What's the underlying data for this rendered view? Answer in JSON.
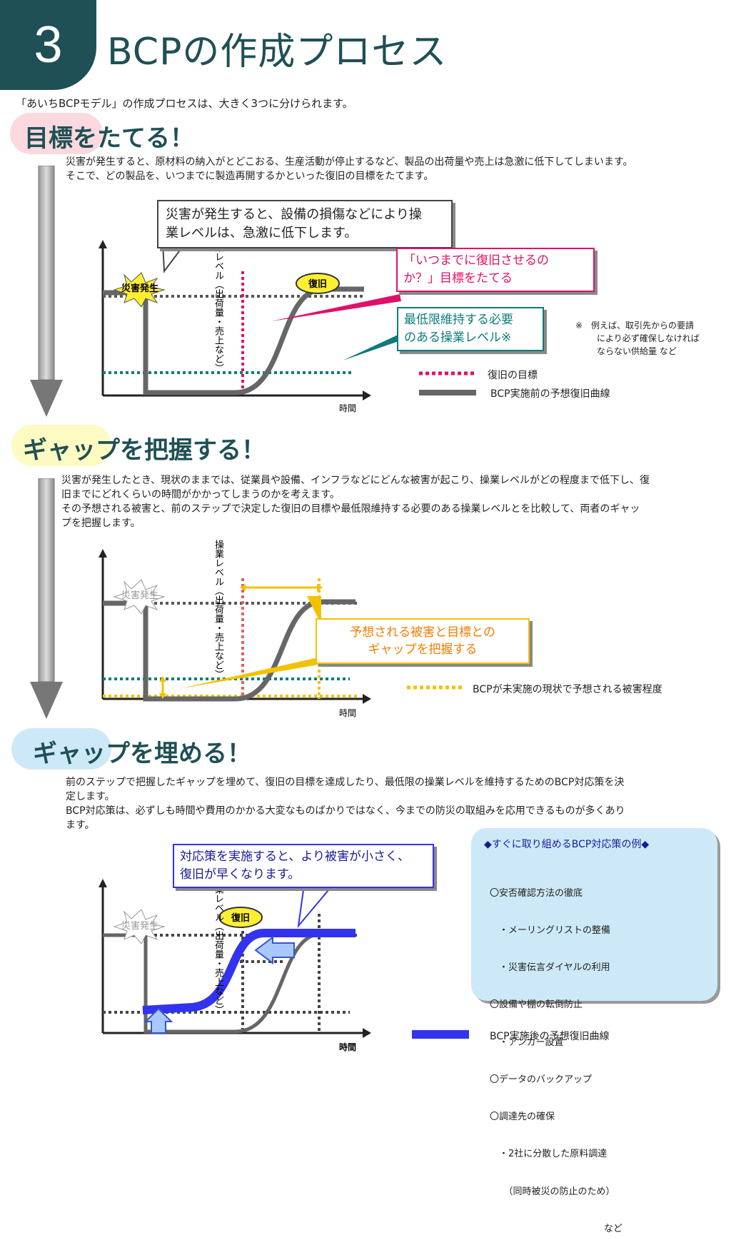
{
  "header": {
    "section_number": "3",
    "title": "BCPの作成プロセス"
  },
  "intro": "「あいちBCPモデル」の作成プロセスは、大きく3つに分けられます。",
  "step1": {
    "title": "目標をたてる！",
    "para": [
      "災害が発生すると、原材料の納入がとどこおる、生産活動が停止するなど、製品の出荷量や売上は急激に低下してしまいます。",
      "そこで、どの製品を、いつまでに製造再開するかといった復旧の目標をたてます。"
    ],
    "callout_main": [
      "災害が発生すると、設備の損傷などにより操",
      "業レベルは、急激に低下します。"
    ],
    "callout_target": [
      "「いつまでに復旧させるの",
      "か？」目標をたてる"
    ],
    "callout_min": [
      "最低限維持する必要",
      "のある操業レベル※"
    ],
    "note": [
      "※　例えば、取引先からの要請",
      "により必ず確保しなければ",
      "ならない供給量 など"
    ],
    "y_axis": "操業レベル（出荷量・売上など）",
    "x_axis": "時間",
    "disaster_label": "災害発生",
    "recovery_label": "復旧",
    "legend": [
      "復旧の目標",
      "BCP実施前の予想復旧曲線"
    ]
  },
  "step2": {
    "title": "ギャップを把握する！",
    "para": [
      "災害が発生したとき、現状のままでは、従業員や設備、インフラなどにどんな被害が起こり、操業レベルがどの程度まで低下し、復",
      "旧までにどれくらいの時間がかかってしまうのかを考えます。",
      "その予想される被害と、前のステップで決定した復旧の目標や最低限維持する必要のある操業レベルとを比較して、両者のギャッ",
      "プを把握します。"
    ],
    "callout": [
      "予想される被害と目標との",
      "ギャップを把握する"
    ],
    "y_axis": "操業レベル（出荷量・売上など）",
    "x_axis": "時間",
    "disaster_label": "災害発生",
    "legend": "BCPが未実施の現状で予想される被害程度"
  },
  "step3": {
    "title": "ギャップを埋める！",
    "para": [
      "前のステップで把握したギャップを埋めて、復旧の目標を達成したり、最低限の操業レベルを維持するためのBCP対応策を決",
      "定します。",
      "BCP対応策は、必ずしも時間や費用のかかる大変なものばかりではなく、今までの防災の取組みを応用できるものが多くあり",
      "ます。"
    ],
    "callout": [
      "対応策を実施すると、より被害が小さく、",
      "復旧が早くなります。"
    ],
    "examples_title": "◆すぐに取り組めるBCP対応策の例◆",
    "examples": [
      "〇安否確認方法の徹底",
      "　・メーリングリストの整備",
      "　・災害伝言ダイヤルの利用",
      "〇設備や棚の転倒防止",
      "　・アンカー設置",
      "〇データのバックアップ",
      "〇調達先の確保",
      "　・2社に分散した原料調達",
      "　　（同時被災の防止のため）",
      "など"
    ],
    "y_axis": "操業レベル（出荷量・売上など）",
    "x_axis": "時間",
    "disaster_label": "災害発生",
    "recovery_label": "復旧",
    "legend": "BCP実施後の予想復旧曲線"
  },
  "colors": {
    "teal": "#1e5055",
    "pink": "#e0106a",
    "green": "#0e7b7b",
    "yellow": "#f2c200",
    "blue": "#3333ee",
    "gray": "#666666"
  }
}
